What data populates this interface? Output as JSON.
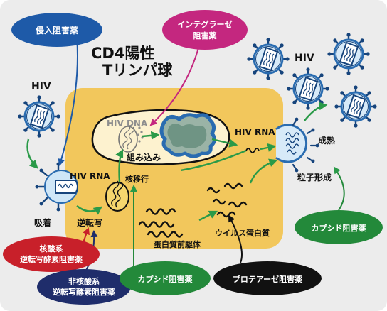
{
  "cell_title_line1": "CD4陽性",
  "cell_title_line2": "Tリンパ球",
  "hiv_left": "HIV",
  "hiv_right": "HIV",
  "hiv_dna": "HIV DNA",
  "integration": "組み込み",
  "nuclear_transport": "核移行",
  "hiv_rna_left": "HIV RNA",
  "hiv_rna_right": "HIV RNA",
  "attachment": "吸着",
  "reverse_transcription": "逆転写",
  "particle_formation": "粒子形成",
  "maturation": "成熟",
  "viral_protein": "ウイルス蛋白質",
  "protein_precursor": "蛋白質前駆体",
  "drugs": {
    "entry_inhibitor": "侵入阻害薬",
    "integrase_inhibitor_line1": "インテグラーゼ",
    "integrase_inhibitor_line2": "阻害薬",
    "nrti_line1": "核酸系",
    "nrti_line2": "逆転写酵素阻害薬",
    "nnrti_line1": "非核酸系",
    "nnrti_line2": "逆転写酵素阻害薬",
    "capsid_inhibitor_center": "カプシド阻害薬",
    "capsid_inhibitor_right": "カプシド阻害薬",
    "protease_inhibitor": "プロテアーゼ阻害薬"
  },
  "colors": {
    "background": "#ececec",
    "cell": "#f2c75c",
    "nucleus": "#fdf2cf",
    "virus_blue": "#2a6cb0",
    "virus_light": "#d7eaf8",
    "arrow_green": "#2a9a48",
    "entry_blue": "#1e5aa8",
    "integrase_magenta": "#c4277f",
    "nrti_red": "#c8202a",
    "nnrti_navy": "#1f2d6b",
    "capsid_green": "#23893a",
    "protease_black": "#111111"
  }
}
